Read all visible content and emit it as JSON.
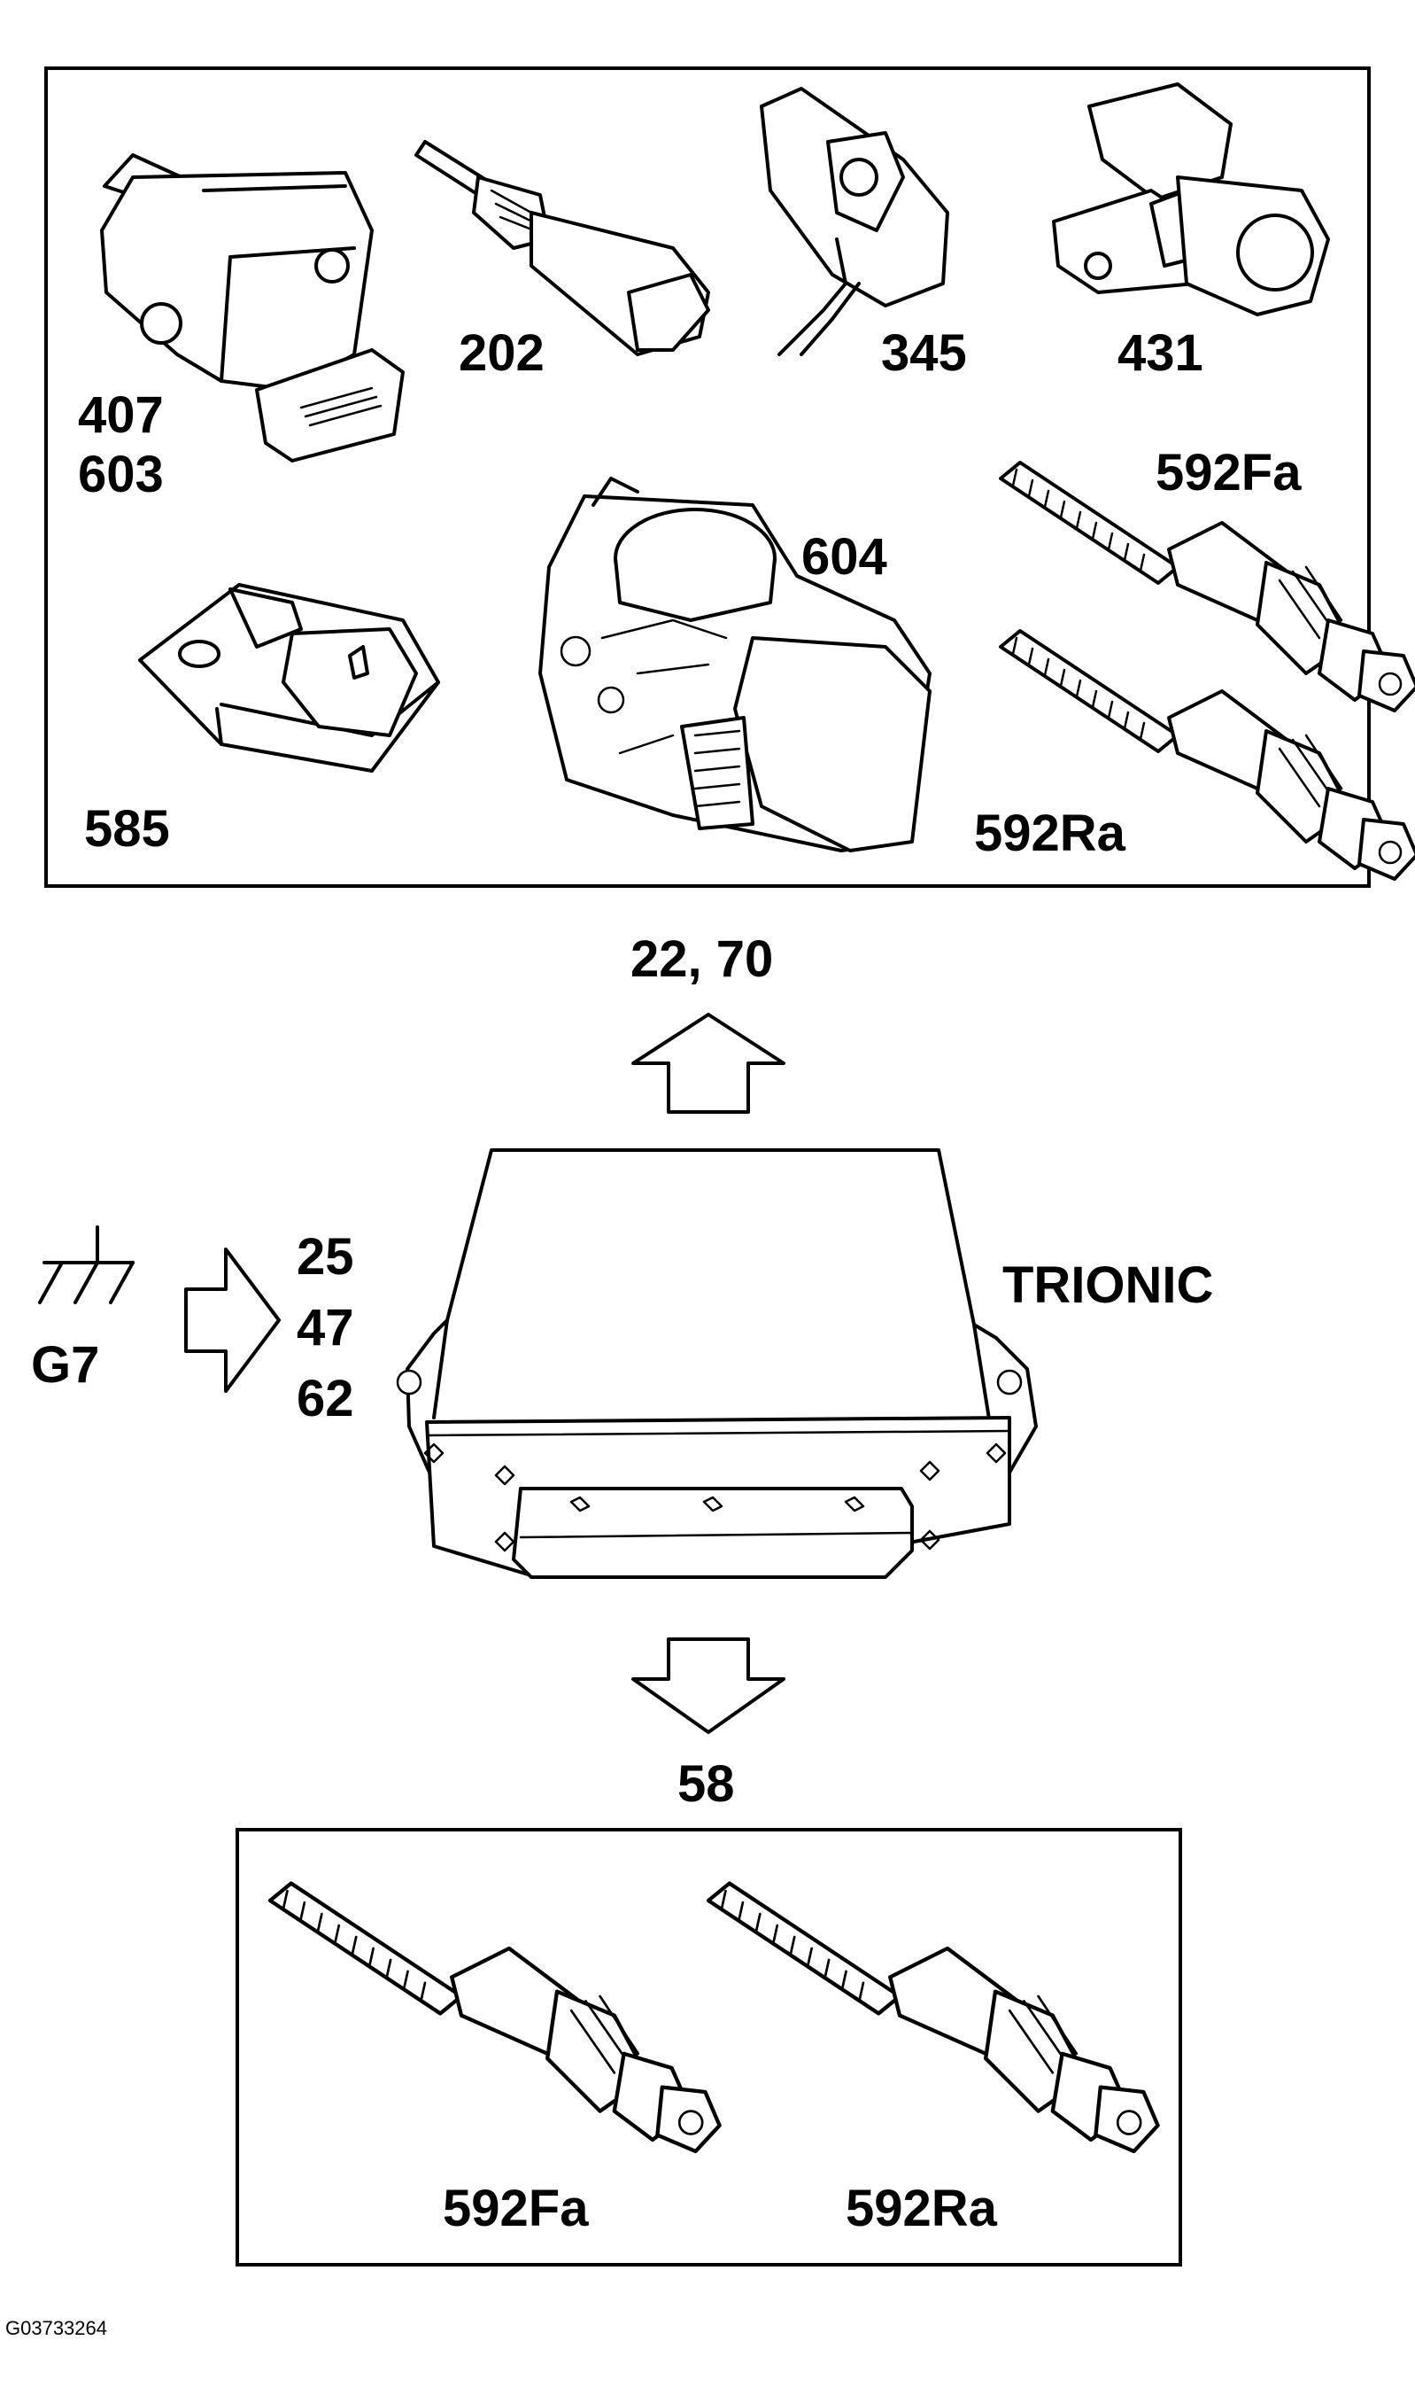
{
  "sensors_box": {
    "labels": [
      "407",
      "603",
      "202",
      "345",
      "431",
      "592Fa",
      "604",
      "585",
      "592Ra"
    ]
  },
  "flows": {
    "output_top": "22, 70",
    "ground": "G7",
    "inputs": [
      "25",
      "47",
      "62"
    ],
    "output_bottom": "58"
  },
  "ecu": {
    "label": "TRIONIC"
  },
  "lower_box": {
    "labels": [
      "592Fa",
      "592Ra"
    ]
  },
  "figure_id": "G03733264"
}
